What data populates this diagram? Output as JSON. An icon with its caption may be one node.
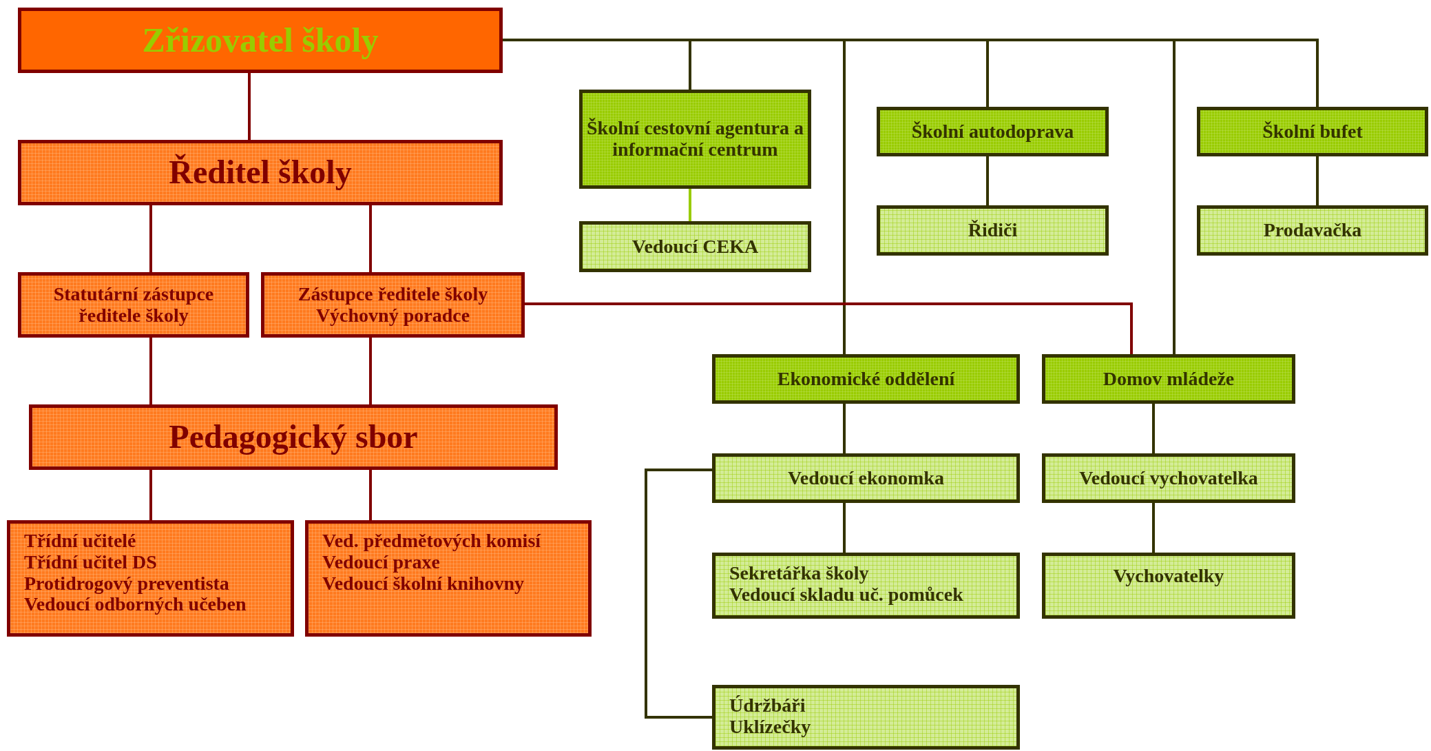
{
  "diagram": {
    "nodes": [
      {
        "text": [
          "Zřizovatel školy"
        ]
      },
      {
        "text": [
          "Ředitel školy"
        ]
      },
      {
        "text": [
          "Statutární zástupce ředitele školy"
        ]
      },
      {
        "text": [
          "Zástupce ředitele školy",
          "Výchovný poradce"
        ]
      },
      {
        "text": [
          "Pedagogický sbor"
        ]
      },
      {
        "text": [
          "Třídní učitelé",
          "Třídní učitel DS",
          "Protidrogový preventista",
          "Vedoucí odborných učeben"
        ]
      },
      {
        "text": [
          "Ved. předmětových komisí",
          "Vedoucí praxe",
          "Vedoucí školní knihovny"
        ]
      },
      {
        "text": [
          "Školní cestovní agentura a informační centrum"
        ]
      },
      {
        "text": [
          "Vedoucí CEKA"
        ]
      },
      {
        "text": [
          "Školní autodoprava"
        ]
      },
      {
        "text": [
          "Řidiči"
        ]
      },
      {
        "text": [
          "Školní bufet"
        ]
      },
      {
        "text": [
          "Prodavačka"
        ]
      },
      {
        "text": [
          "Ekonomické oddělení"
        ]
      },
      {
        "text": [
          "Domov mládeže"
        ]
      },
      {
        "text": [
          "Vedoucí ekonomka"
        ]
      },
      {
        "text": [
          "Vedoucí vychovatelka"
        ]
      },
      {
        "text": [
          "Sekretářka školy",
          "Vedoucí skladu uč. pomůcek"
        ]
      },
      {
        "text": [
          "Vychovatelky"
        ]
      },
      {
        "text": [
          "Údržbáři",
          "Uklízečky"
        ]
      }
    ],
    "edges": [
      {
        "from": 0,
        "to": 1,
        "arrow": "none",
        "color": "#800000"
      },
      {
        "from": 1,
        "to": 2,
        "arrow": "none",
        "color": "#800000"
      },
      {
        "from": 1,
        "to": 3,
        "arrow": "none",
        "color": "#800000"
      },
      {
        "from": 2,
        "to": 4,
        "arrow": "none",
        "color": "#800000"
      },
      {
        "from": 3,
        "to": 4,
        "arrow": "none",
        "color": "#800000"
      },
      {
        "from": 4,
        "to": 5,
        "arrow": "none",
        "color": "#800000"
      },
      {
        "from": 4,
        "to": 6,
        "arrow": "none",
        "color": "#800000"
      },
      {
        "from": 0,
        "to": 7,
        "arrow": "none"
      },
      {
        "from": 0,
        "to": 13,
        "arrow": "none"
      },
      {
        "from": 0,
        "to": 9,
        "arrow": "none"
      },
      {
        "from": 0,
        "to": 14,
        "arrow": "none"
      },
      {
        "from": 0,
        "to": 11,
        "arrow": "none"
      },
      {
        "from": 7,
        "to": 8,
        "arrow": "none",
        "color": "#99cc00"
      },
      {
        "from": 9,
        "to": 10,
        "arrow": "none"
      },
      {
        "from": 11,
        "to": 12,
        "arrow": "none"
      },
      {
        "from": 3,
        "to": 14,
        "arrow": "none",
        "color": "#800000"
      },
      {
        "from": 13,
        "to": 15,
        "arrow": "none"
      },
      {
        "from": 14,
        "to": 16,
        "arrow": "none"
      },
      {
        "from": 15,
        "to": 17,
        "arrow": "none"
      },
      {
        "from": 16,
        "to": 18,
        "arrow": "none"
      },
      {
        "from": 15,
        "to": 19,
        "arrow": "none"
      }
    ]
  }
}
